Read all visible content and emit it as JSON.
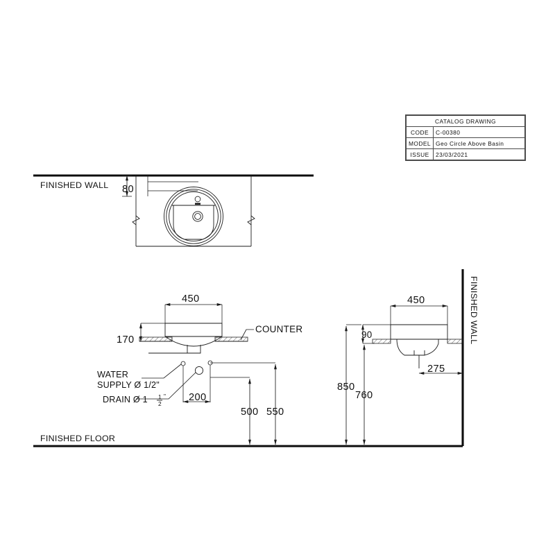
{
  "sheet": {
    "background": "#ffffff",
    "line_color": "#1a1a1a"
  },
  "title_block": {
    "header": "CATALOG  DRAWING",
    "rows": [
      {
        "key": "CODE",
        "value": "C-00380"
      },
      {
        "key": "MODEL",
        "value": "Geo  Circle  Above  Basin"
      },
      {
        "key": "ISSUE",
        "value": "23/03/2021"
      }
    ]
  },
  "labels": {
    "finished_wall_plan": "FINISHED WALL",
    "finished_wall_side": "FINISHED WALL",
    "finished_floor": "FINISHED FLOOR",
    "counter": "COUNTER",
    "water_supply_line1": "WATER",
    "water_supply_line2": "SUPPLY Ø 1/2\"",
    "drain_prefix": "DRAIN Ø 1",
    "drain_fraction_num": "1",
    "drain_fraction_den": "2",
    "drain_suffix": "\""
  },
  "dimensions": {
    "plan_wall_offset": "80",
    "front_width": "450",
    "front_height": "170",
    "supply_spacing": "200",
    "supply_height": "500",
    "drain_height": "550",
    "side_width": "450",
    "side_rim_drop": "90",
    "side_projection": "275",
    "basin_top_height": "850",
    "counter_height": "760"
  },
  "views": {
    "plan": "plan view of circular above-counter basin",
    "front": "front elevation section",
    "side": "side elevation section"
  }
}
